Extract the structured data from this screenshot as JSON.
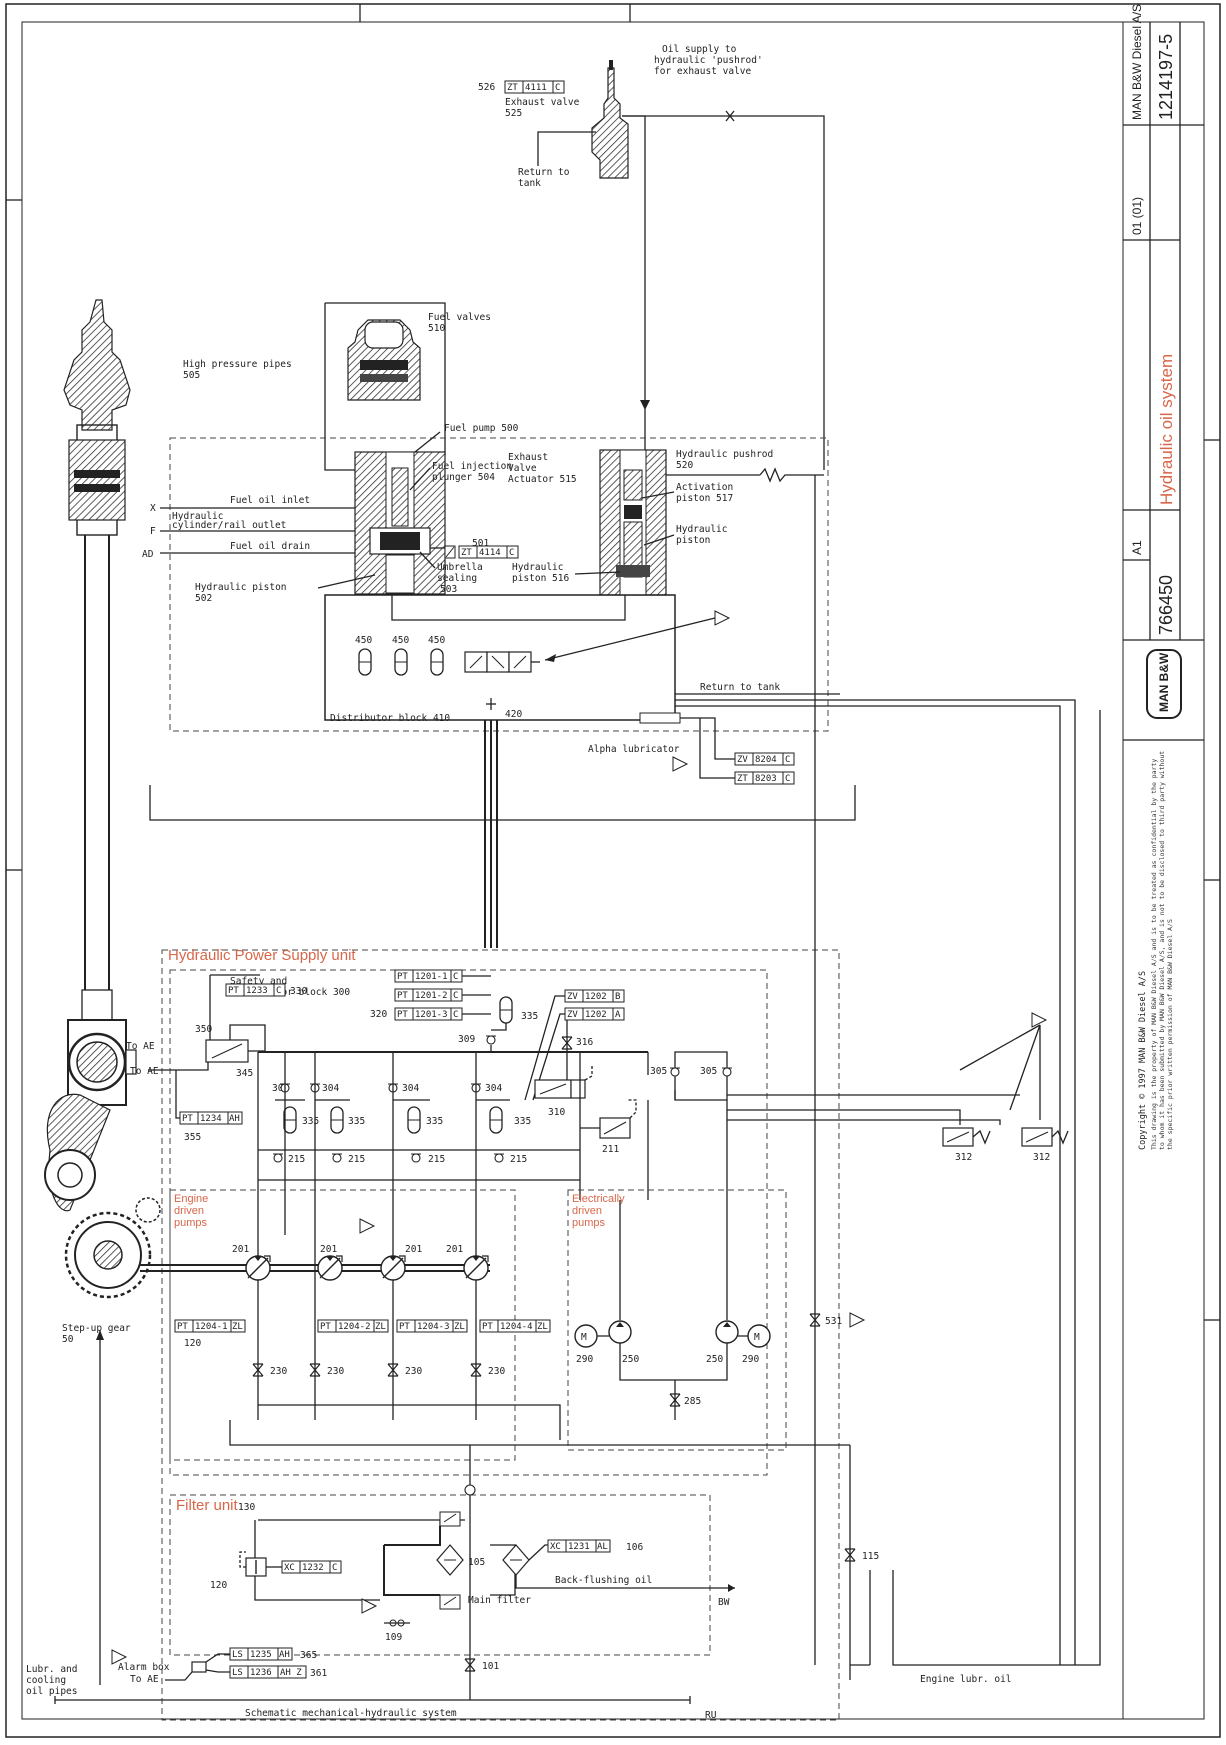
{
  "title_block": {
    "company": "MAN B&W Diesel A/S",
    "drawing_no": "1214197-5",
    "page": "01 (01)",
    "format": "A1",
    "info_no": "766450",
    "title": "Hydraulic oil system",
    "copyright": "Copyright © 1997 MAN B&W Diesel A/S",
    "copyright_note": "This drawing is the property of MAN B&W Diesel A/S and is to be treated as confidential by the party to whom it has been submitted by MAN B&W Diesel A/S, and is not to be disclosed to third party without the specific prior written permission of MAN B&W Diesel A/S",
    "logo": "MAN B&W"
  },
  "exhaust": {
    "supply_note_1": "Oil supply to",
    "supply_note_2": "hydraulic 'pushrod'",
    "supply_note_3": "for exhaust valve",
    "valve_label": "Exhaust valve",
    "valve_no": "525",
    "sensor_no": "526",
    "sensor_tag": "ZT",
    "sensor_num": "4111",
    "sensor_fn": "C",
    "return_1": "Return to",
    "return_2": "tank"
  },
  "fuel": {
    "fuel_valves": "Fuel valves",
    "fuel_valves_no": "510",
    "hp_pipes": "High pressure pipes",
    "hp_pipes_no": "505",
    "fuel_pump": "Fuel pump 500",
    "inlet": "Fuel oil inlet",
    "inlet_port": "X",
    "hyd_outlet_a": "Hydraulic",
    "hyd_outlet_b": "cylinder/rail outlet",
    "outlet_port": "F",
    "drain": "Fuel oil drain",
    "drain_port": "AD",
    "plunger": "Fuel injection",
    "plunger_b": "plunger 504",
    "umbrella": "Umbrella",
    "umbrella_b": "sealing",
    "umbrella_no": "503",
    "hyd_piston": "Hydraulic piston",
    "hyd_piston_no": "502",
    "sensor_no": "501",
    "sensor_tag": "ZT",
    "sensor_num": "4114",
    "sensor_fn": "C"
  },
  "actuator": {
    "label_1": "Exhaust",
    "label_2": "Valve",
    "label_3": "Actuator 515",
    "pushrod": "Hydraulic pushrod",
    "pushrod_no": "520",
    "activation": "Activation",
    "activation_b": "piston 517",
    "hyd_piston": "Hydraulic",
    "hyd_piston_b": "piston",
    "hyd_piston_516": "Hydraulic",
    "hyd_piston_516_b": "piston 516"
  },
  "distributor": {
    "label": "Distributor block 410",
    "acc_nos": [
      "450",
      "450",
      "450"
    ],
    "port": "420",
    "return": "Return to tank",
    "alpha": "Alpha lubricator",
    "sensors": [
      {
        "tag": "ZV",
        "num": "8204",
        "fn": "C"
      },
      {
        "tag": "ZT",
        "num": "8203",
        "fn": "C"
      }
    ]
  },
  "hpu": {
    "title": "Hydraulic Power Supply unit",
    "safety_1": "Safety and",
    "safety_2": "accumulator block 300",
    "pt_1233": {
      "tag": "PT",
      "num": "1233",
      "fn": "C",
      "no": "330"
    },
    "pt_1201": [
      {
        "tag": "PT",
        "num": "1201-1",
        "fn": "C",
        "no": ""
      },
      {
        "tag": "PT",
        "num": "1201-2",
        "fn": "C",
        "no": ""
      },
      {
        "tag": "PT",
        "num": "1201-3",
        "fn": "C",
        "no": "320"
      }
    ],
    "zv_1202": [
      {
        "tag": "ZV",
        "num": "1202",
        "fn": "B"
      },
      {
        "tag": "ZV",
        "num": "1202",
        "fn": "A"
      }
    ],
    "pt_1234": {
      "tag": "PT",
      "num": "1234",
      "fn": "AH",
      "no": "355"
    },
    "to_ae": "To AE",
    "nos": {
      "n350": "350",
      "n345": "345",
      "n335": "335",
      "n309": "309",
      "n316": "316",
      "n304": "304",
      "n215": "215",
      "n310": "310",
      "n211": "211",
      "n305": "305",
      "n312": "312"
    }
  },
  "engine_pumps": {
    "title_1": "Engine",
    "title_2": "driven",
    "title_3": "pumps",
    "pump_no": "201",
    "valve_no": "230",
    "sensors": [
      {
        "tag": "PT",
        "num": "1204-1",
        "fn": "ZL"
      },
      {
        "tag": "PT",
        "num": "1204-2",
        "fn": "ZL"
      },
      {
        "tag": "PT",
        "num": "1204-3",
        "fn": "ZL"
      },
      {
        "tag": "PT",
        "num": "1204-4",
        "fn": "ZL"
      }
    ],
    "sensor_no": "120",
    "step_up": "Step-up gear",
    "step_up_no": "50"
  },
  "electric_pumps": {
    "title_1": "Electrically",
    "title_2": "driven",
    "title_3": "pumps",
    "motor": "M",
    "motor_no": "290",
    "pump_no": "250",
    "valve_no": "285",
    "valve_531": "531"
  },
  "filter": {
    "title": "Filter unit",
    "title_no": "130",
    "main_filter": "Main filter",
    "backflush": "Back-flushing oil",
    "bw": "BW",
    "n105": "105",
    "n106": "106",
    "n109": "109",
    "n101": "101",
    "n115": "115",
    "n120": "120",
    "xc_1231": {
      "tag": "XC",
      "num": "1231",
      "fn": "AL"
    },
    "xc_1232": {
      "tag": "XC",
      "num": "1232",
      "fn": "C"
    }
  },
  "bottom": {
    "alarm_box": "Alarm box",
    "to_ae": "To AE",
    "ls_1235": {
      "tag": "LS",
      "num": "1235",
      "fn": "AH",
      "no": "365"
    },
    "ls_1236": {
      "tag": "LS",
      "num": "1236",
      "fn": "AH Z",
      "no": "361"
    },
    "lubr_1": "Lubr. and",
    "lubr_2": "cooling",
    "lubr_3": "oil pipes",
    "engine_lubr": "Engine lubr. oil",
    "schematic": "Schematic mechanical-hydraulic system",
    "ru": "RU"
  }
}
